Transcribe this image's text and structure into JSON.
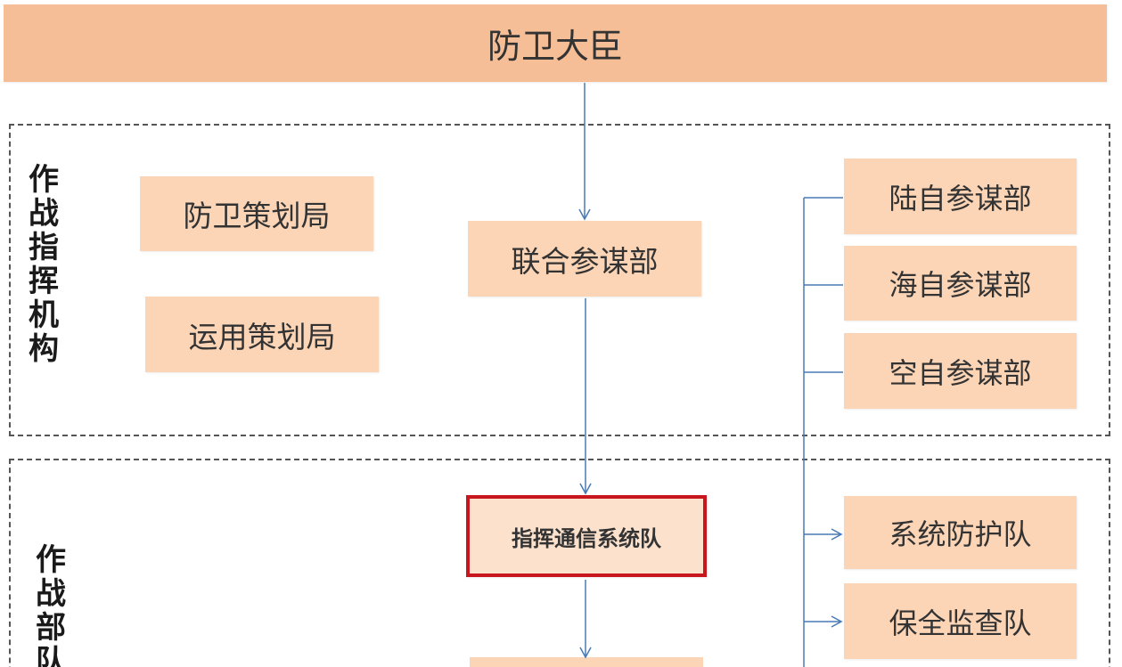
{
  "top": {
    "label": "防卫大臣"
  },
  "groups": {
    "command": {
      "label": "作\n战\n指\n挥\n机\n构"
    },
    "units": {
      "label": "作\n战\n部\n队"
    }
  },
  "nodes": {
    "defense_policy_bureau": "防卫策划局",
    "operations_policy_bureau": "运用策划局",
    "joint_staff": "联合参谋部",
    "ground_staff": "陆自参谋部",
    "maritime_staff": "海自参谋部",
    "air_staff": "空自参谋部",
    "c4_systems_unit": "指挥通信系统队",
    "system_protection_unit": "系统防护队",
    "security_inspection_unit": "保全监查队"
  },
  "colors": {
    "top_fill": "#f6be96",
    "box_fill": "#fcd5b6",
    "highlight_border": "#c7161e",
    "connector": "#4a7ab5"
  }
}
